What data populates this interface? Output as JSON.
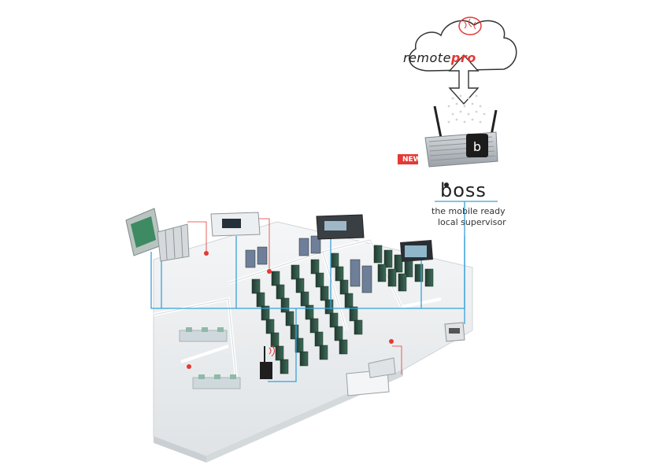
{
  "cloud": {
    "brand_main": "remote",
    "brand_accent": "pro",
    "icon": "brain-icon"
  },
  "badge": {
    "label": "NEW"
  },
  "supervisor": {
    "logo_text": "boss",
    "tagline_1": "the mobile ready",
    "tagline_2": "local supervisor"
  },
  "colors": {
    "accent": "#e53935",
    "network_line": "#3aa0d8",
    "floor": "#eceff1",
    "rack": "#2f5d4a",
    "text": "#222222"
  }
}
